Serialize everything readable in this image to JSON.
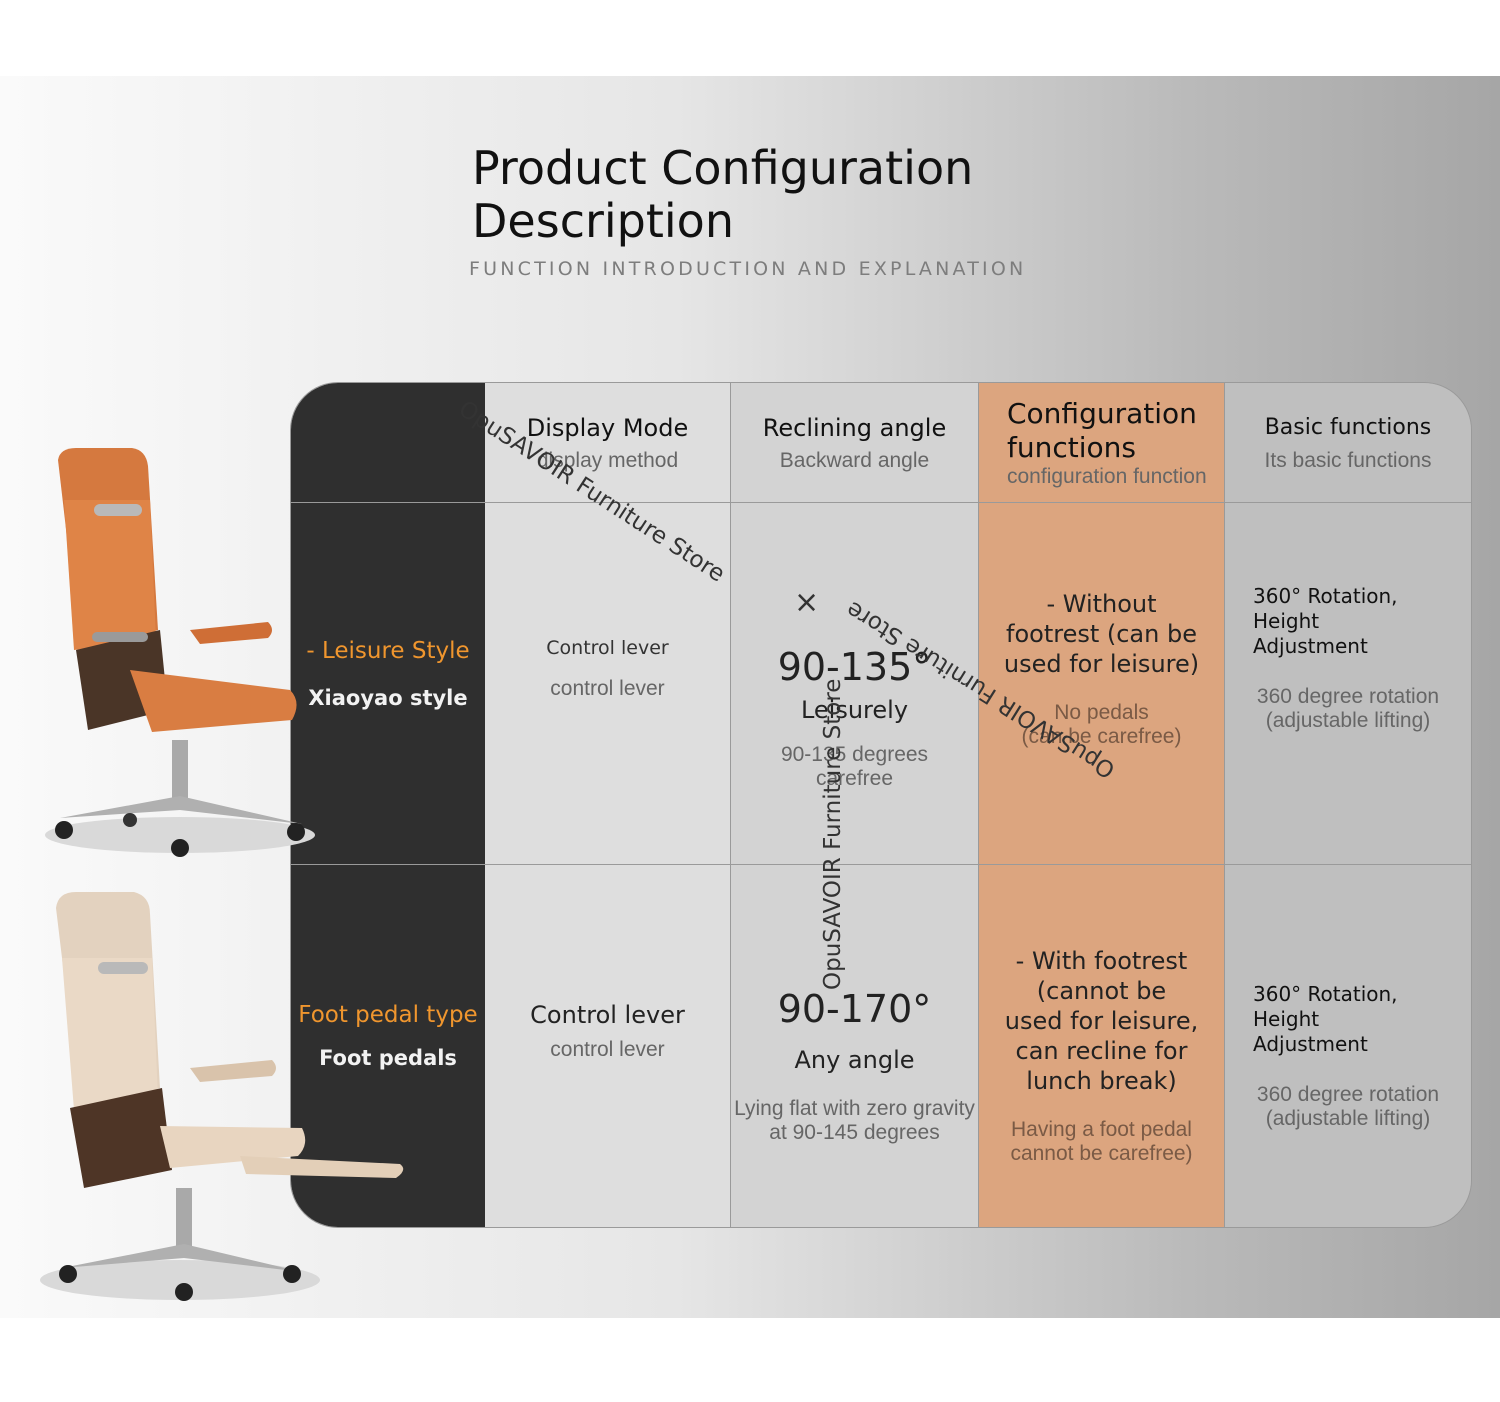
{
  "header": {
    "title_line1": "Product Configuration",
    "title_line2": "Description",
    "subtitle": "FUNCTION INTRODUCTION AND EXPLANATION"
  },
  "columns": [
    {
      "title": "Display Mode",
      "subtitle": "display method"
    },
    {
      "title": "Reclining angle",
      "subtitle": "Backward angle"
    },
    {
      "title": "Configuration functions",
      "subtitle": "configuration function"
    },
    {
      "title": "Basic functions",
      "subtitle": "Its basic functions"
    }
  ],
  "rows": [
    {
      "label": "- Leisure Style",
      "sublabel": "Xiaoyao style",
      "display_mode": {
        "main": "Control lever",
        "sub": "control lever"
      },
      "angle": {
        "value": "90-135°",
        "label": "Leisurely",
        "sub_line1": "90-135 degrees",
        "sub_line2": "carefree"
      },
      "config": {
        "main_line1": "- Without",
        "main_line2": "footrest (can be",
        "main_line3": "used for leisure)",
        "sub_line1": "No pedals",
        "sub_line2": "(can be carefree)"
      },
      "basic": {
        "line1": "360° Rotation,",
        "line2": "Height",
        "line3": "Adjustment",
        "sub_line1": "360 degree rotation",
        "sub_line2": "(adjustable lifting)"
      }
    },
    {
      "label": "Foot pedal type",
      "sublabel": "Foot pedals",
      "display_mode": {
        "main": "Control lever",
        "sub": "control lever"
      },
      "angle": {
        "value": "90-170°",
        "label": "Any angle",
        "sub_line1": "Lying flat with zero gravity",
        "sub_line2": "at 90-145 degrees"
      },
      "config": {
        "main_line1": "- With footrest",
        "main_line2": "(cannot be",
        "main_line3": "used for leisure,",
        "main_line4": "can recline for",
        "main_line5": "lunch break)",
        "sub_line1": "Having a foot pedal",
        "sub_line2": "cannot be carefree)"
      },
      "basic": {
        "line1": "360° Rotation,",
        "line2": "Height",
        "line3": "Adjustment",
        "sub_line1": "360 degree rotation",
        "sub_line2": "(adjustable lifting)"
      }
    }
  ],
  "watermark": {
    "text": "OpuSAVOIR Furniture Store",
    "cross": "×"
  },
  "colors": {
    "accent_orange": "#f0962e",
    "config_column": "#dca57f",
    "dark_column": "#2f2f2f"
  }
}
